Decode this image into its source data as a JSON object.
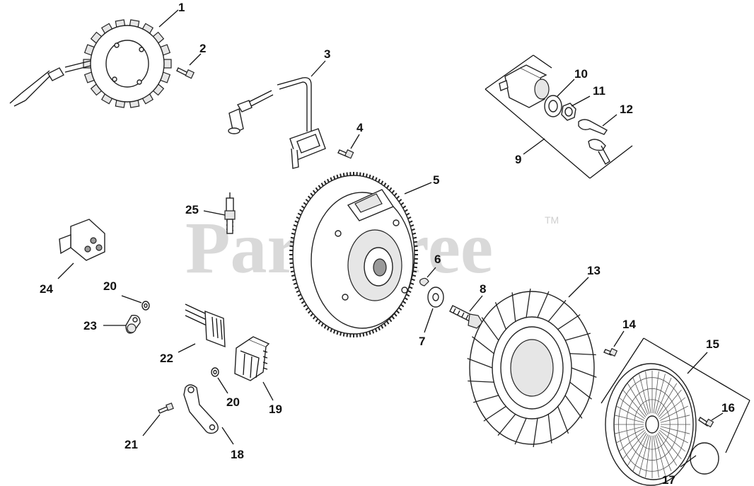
{
  "watermark": {
    "text": "PartsTree",
    "trademark": "TM"
  },
  "callouts": [
    "1",
    "2",
    "3",
    "4",
    "5",
    "6",
    "7",
    "8",
    "9",
    "10",
    "11",
    "12",
    "13",
    "14",
    "15",
    "16",
    "17",
    "18",
    "19",
    "20",
    "20",
    "21",
    "22",
    "23",
    "24",
    "25"
  ]
}
